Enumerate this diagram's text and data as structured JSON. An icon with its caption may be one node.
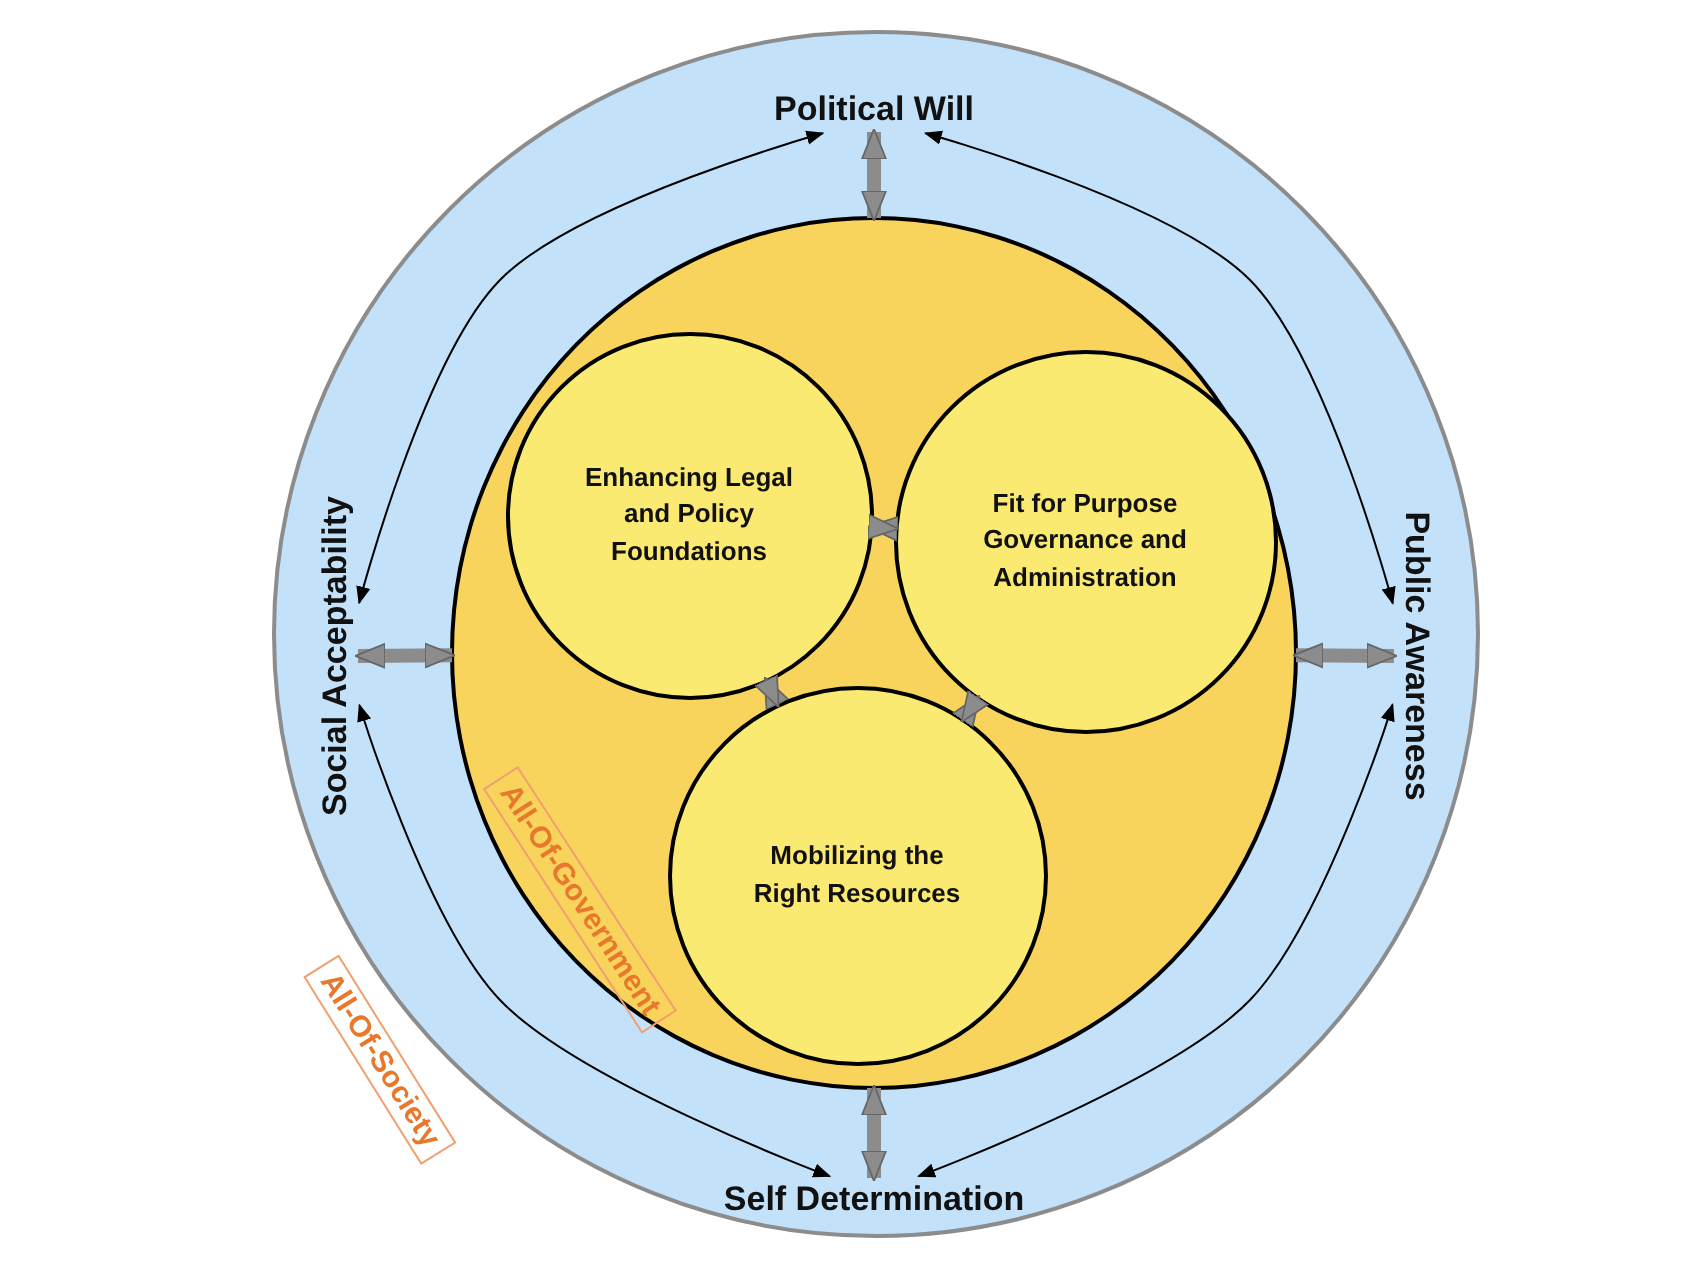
{
  "diagram": {
    "nodes": [
      {
        "text": [
          "All-Of-Society"
        ]
      },
      {
        "text": [
          "Political Will"
        ],
        "in": 0
      },
      {
        "text": [
          "Social Acceptability"
        ],
        "in": 0
      },
      {
        "text": [
          "Public Awareness"
        ],
        "in": 0
      },
      {
        "text": [
          "Self Determination"
        ],
        "in": 0
      },
      {
        "text": [
          "All-Of-Government"
        ],
        "in": 0
      },
      {
        "text": [
          "Enhancing Legal and Policy Foundations"
        ],
        "in": 5
      },
      {
        "text": [
          "Fit for Purpose Governance and Administration"
        ],
        "in": 5
      },
      {
        "text": [
          "Mobilizing the Right Resources"
        ],
        "in": 5
      }
    ],
    "edges": [
      {
        "from": 1,
        "to": 5,
        "arrow": "both"
      },
      {
        "from": 2,
        "to": 5,
        "arrow": "both"
      },
      {
        "from": 3,
        "to": 5,
        "arrow": "both"
      },
      {
        "from": 4,
        "to": 5,
        "arrow": "both"
      },
      {
        "from": 6,
        "to": 7,
        "arrow": "both"
      },
      {
        "from": 6,
        "to": 8,
        "arrow": "both"
      },
      {
        "from": 7,
        "to": 8,
        "arrow": "both"
      },
      {
        "from": 1,
        "to": 2,
        "arrow": "both",
        "color": "#000000"
      },
      {
        "from": 1,
        "to": 3,
        "arrow": "both",
        "color": "#000000"
      },
      {
        "from": 3,
        "to": 4,
        "arrow": "both",
        "color": "#000000"
      },
      {
        "from": 2,
        "to": 4,
        "arrow": "both",
        "color": "#000000"
      }
    ]
  }
}
